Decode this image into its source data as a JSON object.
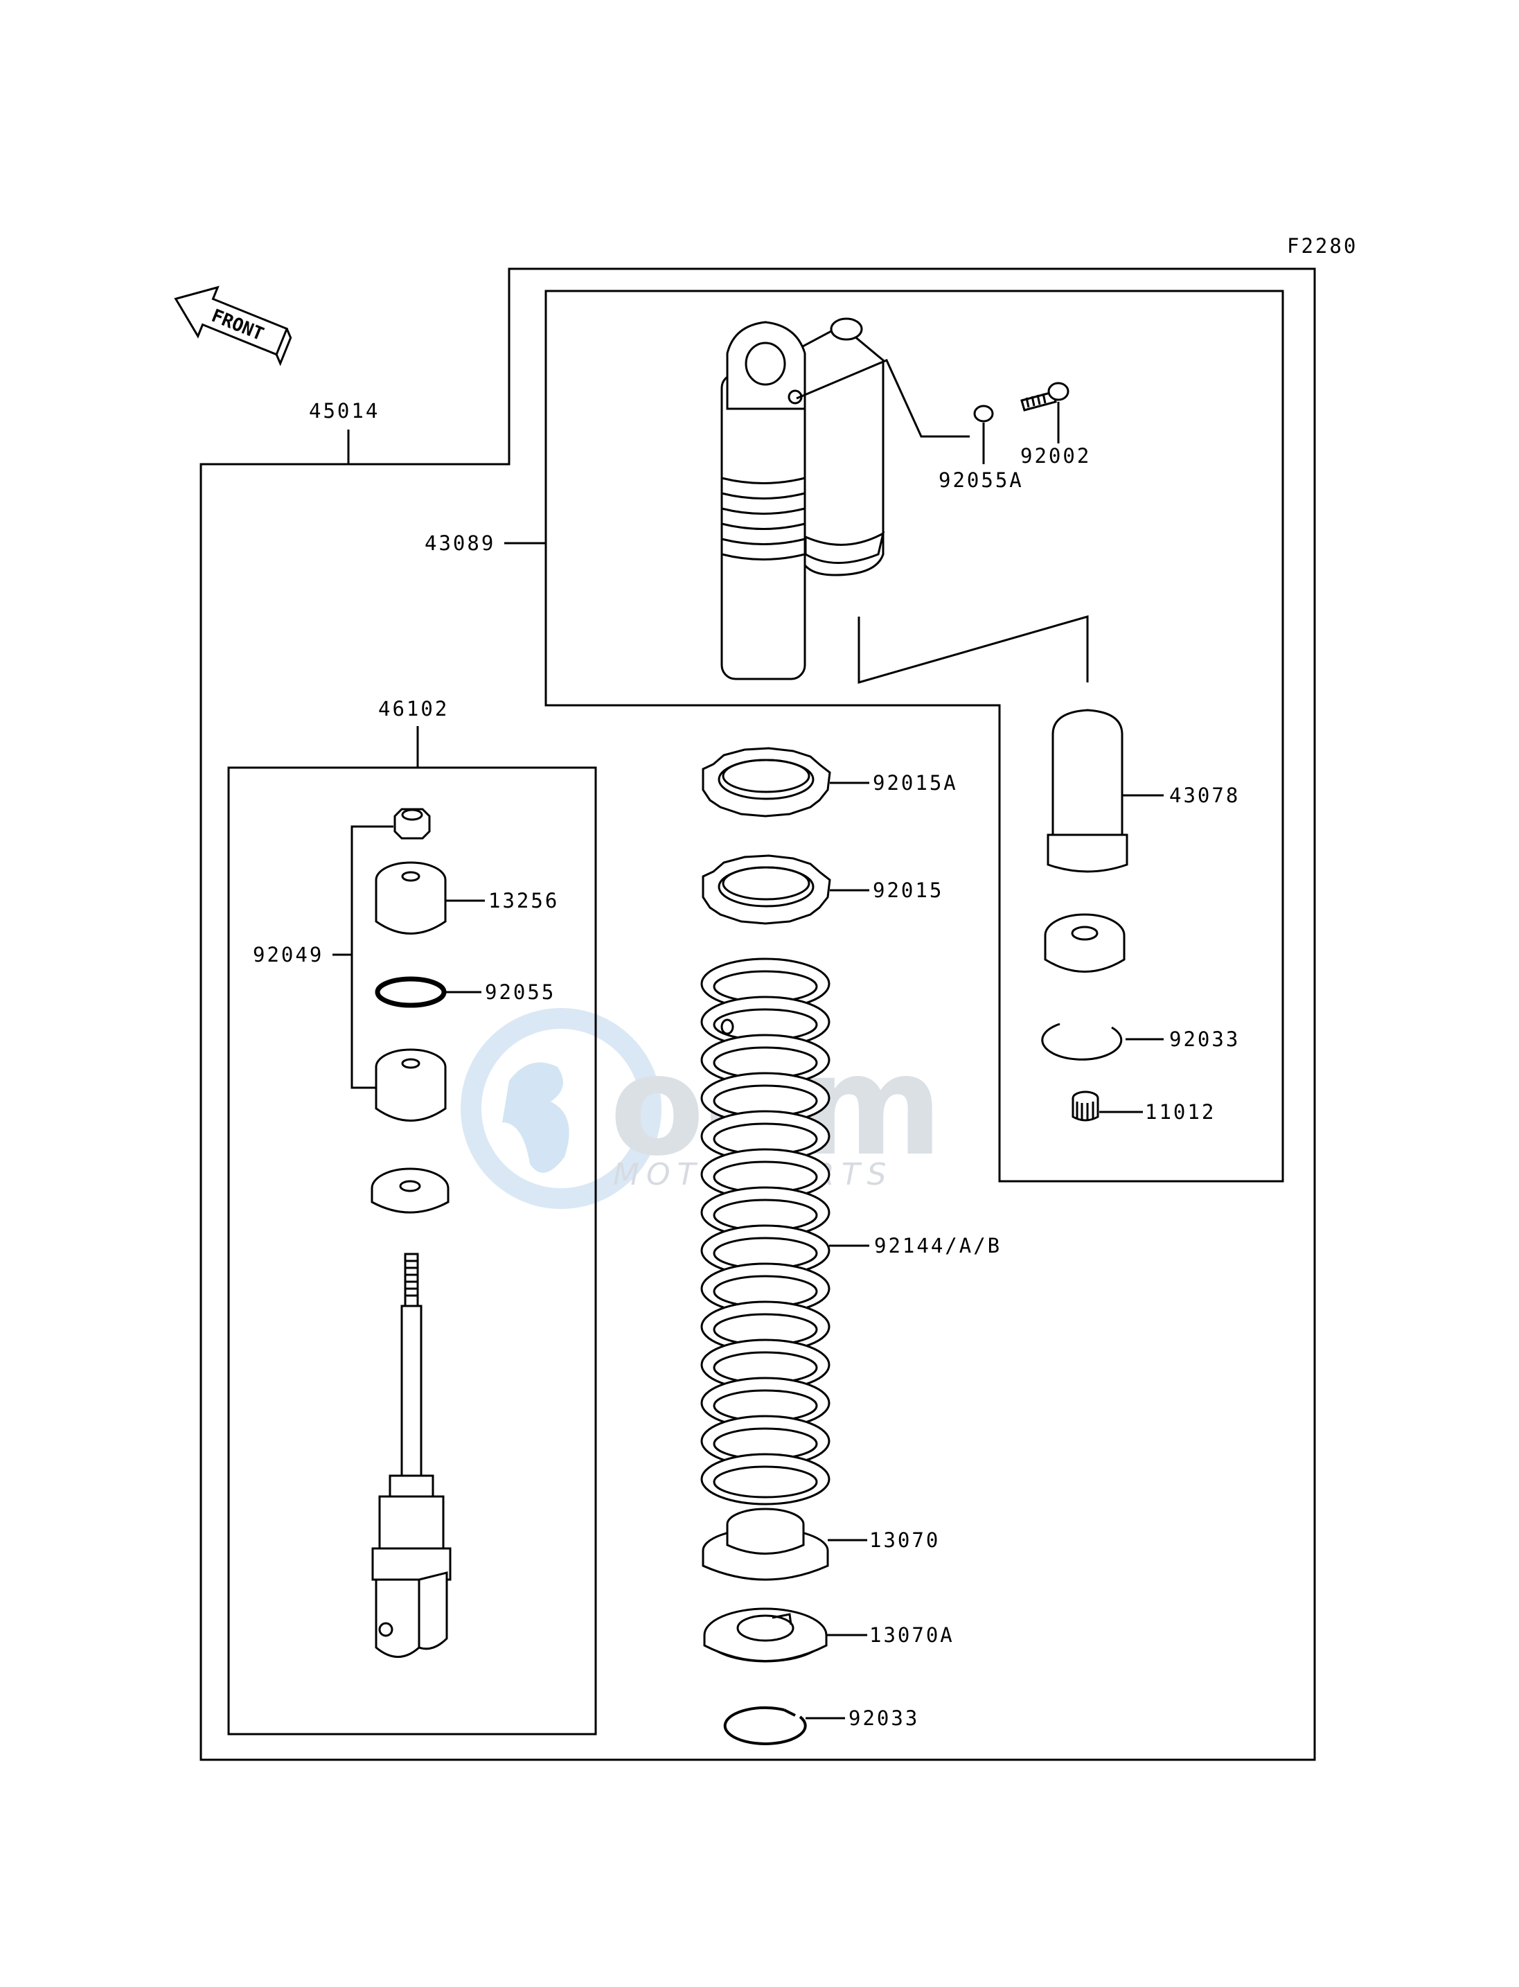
{
  "figure_code": "F2280",
  "front_label": "FRONT",
  "watermark": {
    "main": "oem",
    "sub": "MOTORPARTS"
  },
  "parts": {
    "p45014": "45014",
    "p43089": "43089",
    "p92055A": "92055A",
    "p92002": "92002",
    "p46102": "46102",
    "p92015A": "92015A",
    "p92015": "92015",
    "p43078": "43078",
    "p13256": "13256",
    "p92049": "92049",
    "p92055": "92055",
    "p92033_right": "92033",
    "p11012": "11012",
    "p92144": "92144/A/B",
    "p13070": "13070",
    "p13070A": "13070A",
    "p92033_bottom": "92033"
  }
}
